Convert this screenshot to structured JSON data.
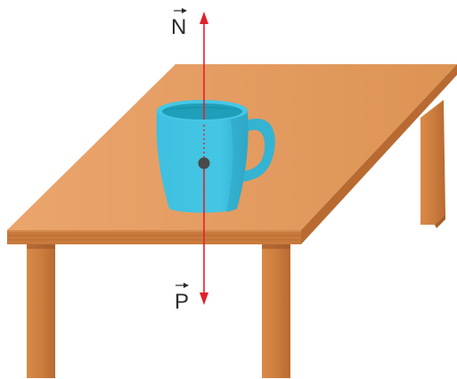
{
  "diagram": {
    "forces": [
      {
        "symbol": "N",
        "color": "#e0202b",
        "direction": "up"
      },
      {
        "symbol": "P",
        "color": "#e0202b",
        "direction": "down"
      }
    ],
    "objects": [
      "table",
      "mug"
    ],
    "colors": {
      "table_top": "#e9a46a",
      "table_edge": "#c06f35",
      "table_leg": "#c97a3c",
      "mug": "#41c3e3",
      "mug_inside": "#21a3bd",
      "center_of_mass": "#4a4a4a"
    }
  }
}
